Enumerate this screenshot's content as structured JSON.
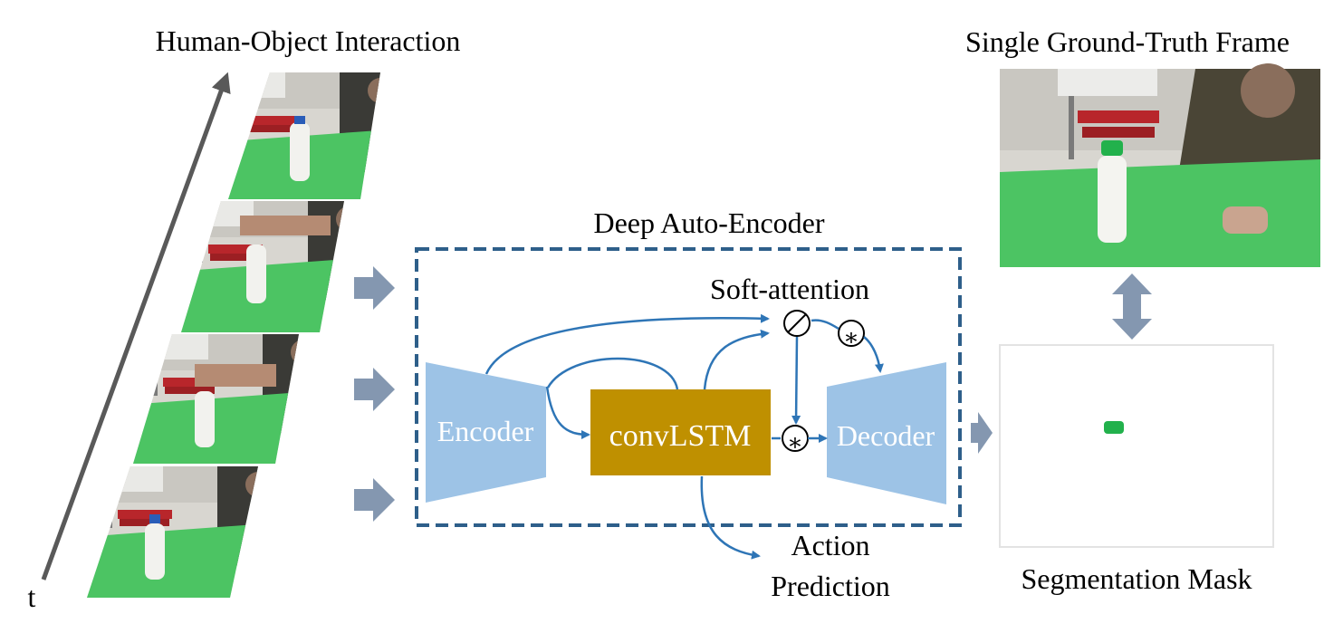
{
  "titles": {
    "hoi": "Human-Object Interaction",
    "gt": "Single Ground-Truth Frame",
    "autoencoder": "Deep Auto-Encoder",
    "softatt": "Soft-attention",
    "encoder": "Encoder",
    "convlstm": "convLSTM",
    "decoder": "Decoder",
    "action1": "Action",
    "action2": "Prediction",
    "segmask": "Segmentation Mask",
    "time": "t"
  },
  "symbols": {
    "divide": "⊘",
    "multiply": "∗"
  },
  "colors": {
    "encoder_decoder": "#9dc3e6",
    "convlstm": "#bf9000",
    "box_border": "#2e5f8a",
    "arrow": "#2e75b6",
    "big_arrow": "#8497b0",
    "green_object": "#22b14c",
    "table_green": "#4cc463"
  }
}
